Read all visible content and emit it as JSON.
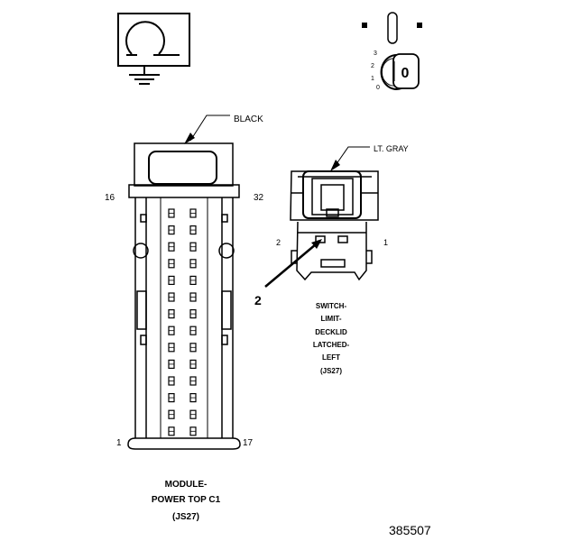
{
  "connector_main": {
    "color_label": "BLACK",
    "pin_top_left": "16",
    "pin_top_right": "32",
    "pin_bottom_left": "1",
    "pin_bottom_right": "17",
    "caption_line1": "MODULE-",
    "caption_line2": "POWER TOP C1",
    "caption_line3": "(JS27)"
  },
  "connector_switch": {
    "color_label": "LT. GRAY",
    "pin_left": "2",
    "pin_right": "1",
    "callout_number": "2",
    "caption_line1": "SWITCH-",
    "caption_line2": "LIMIT-",
    "caption_line3": "DECKLID",
    "caption_line4": "LATCHED-",
    "caption_line5": "LEFT",
    "caption_line6": "(JS27)"
  },
  "ignition_symbol": {
    "pos_3": "3",
    "pos_2": "2",
    "pos_1": "1",
    "pos_0": "0",
    "key_label": "0"
  },
  "figure_number": "385507"
}
